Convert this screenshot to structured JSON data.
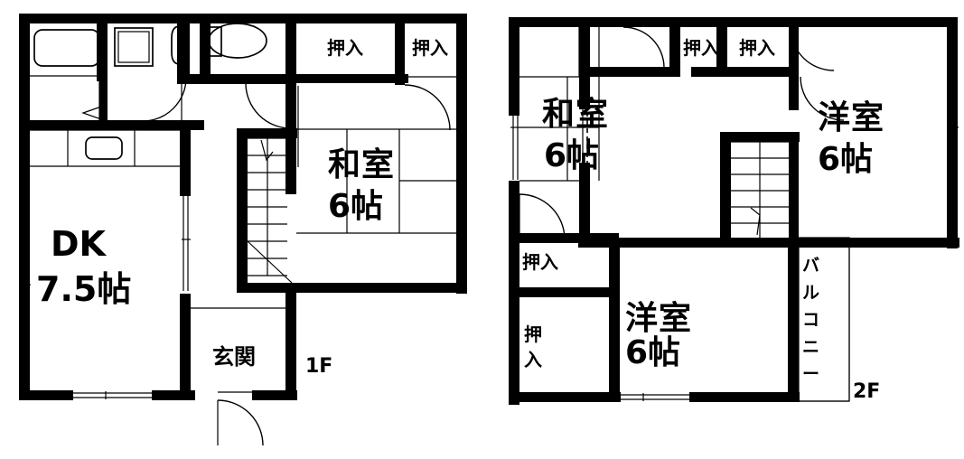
{
  "diagram": {
    "type": "real-estate-floor-plan",
    "style": "monochrome line drawing",
    "colors": {
      "wall": "#000000",
      "background": "#ffffff",
      "text": "#000000"
    },
    "floors": [
      {
        "id": "1F",
        "tag": "1F",
        "rooms": [
          {
            "name": "dk",
            "label": "DK",
            "size": "7.5帖"
          },
          {
            "name": "washitsu-1f",
            "label": "和室",
            "size": "6帖"
          },
          {
            "name": "genkan",
            "label": "玄関",
            "size": ""
          },
          {
            "name": "closet-1",
            "label": "押入",
            "size": ""
          },
          {
            "name": "closet-2",
            "label": "押入",
            "size": ""
          }
        ],
        "fixtures": [
          "bathtub",
          "washbasin",
          "toilet",
          "kitchen-sink",
          "staircase"
        ]
      },
      {
        "id": "2F",
        "tag": "2F",
        "rooms": [
          {
            "name": "washitsu-2f",
            "label": "和室",
            "size": "6帖"
          },
          {
            "name": "yoshitsu-right",
            "label": "洋室",
            "size": "6帖"
          },
          {
            "name": "yoshitsu-lower",
            "label": "洋室",
            "size": "6帖"
          },
          {
            "name": "balcony",
            "label": "バルコニー",
            "size": ""
          },
          {
            "name": "closet-3",
            "label": "押入",
            "size": ""
          },
          {
            "name": "closet-4",
            "label": "押入",
            "size": ""
          },
          {
            "name": "closet-5",
            "label": "押入",
            "size": ""
          },
          {
            "name": "closet-6",
            "label": "押入",
            "size": ""
          }
        ],
        "fixtures": [
          "staircase"
        ]
      }
    ],
    "labels": {
      "dk_name": "DK",
      "dk_size": "7.5帖",
      "washitsu": "和室",
      "yoshitsu": "洋室",
      "size6": "6帖",
      "genkan": "玄関",
      "closet": "押入",
      "closet_v1": "押",
      "closet_v2": "入",
      "balcony_chars": [
        "バ",
        "ル",
        "コ",
        "ニ",
        "ー"
      ],
      "floor1": "1F",
      "floor2": "2F"
    }
  }
}
